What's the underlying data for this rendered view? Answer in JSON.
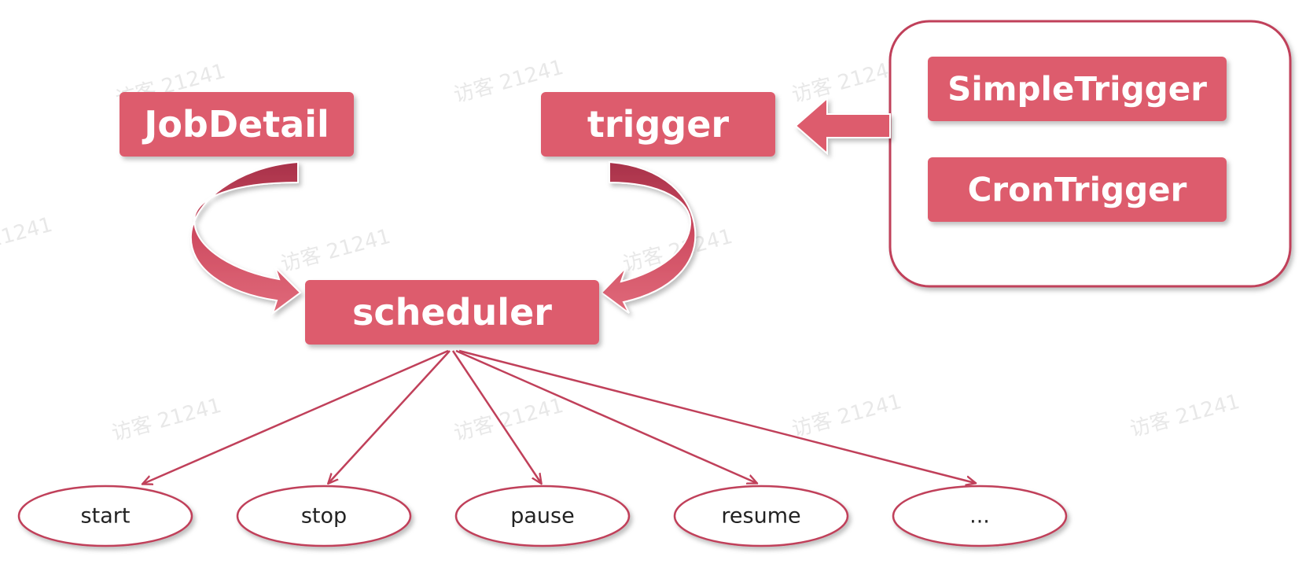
{
  "colors": {
    "accent": "#dd5c6d",
    "accent_dark": "#b8374c",
    "outline": "#c0405a",
    "text_on_accent": "#ffffff",
    "text_dark": "#222222",
    "background": "#ffffff"
  },
  "watermark": "访客 21241",
  "nodes": {
    "job_detail": "JobDetail",
    "trigger": "trigger",
    "scheduler": "scheduler",
    "simple_trigger": "SimpleTrigger",
    "cron_trigger": "CronTrigger"
  },
  "actions": [
    "start",
    "stop",
    "pause",
    "resume",
    "..."
  ]
}
